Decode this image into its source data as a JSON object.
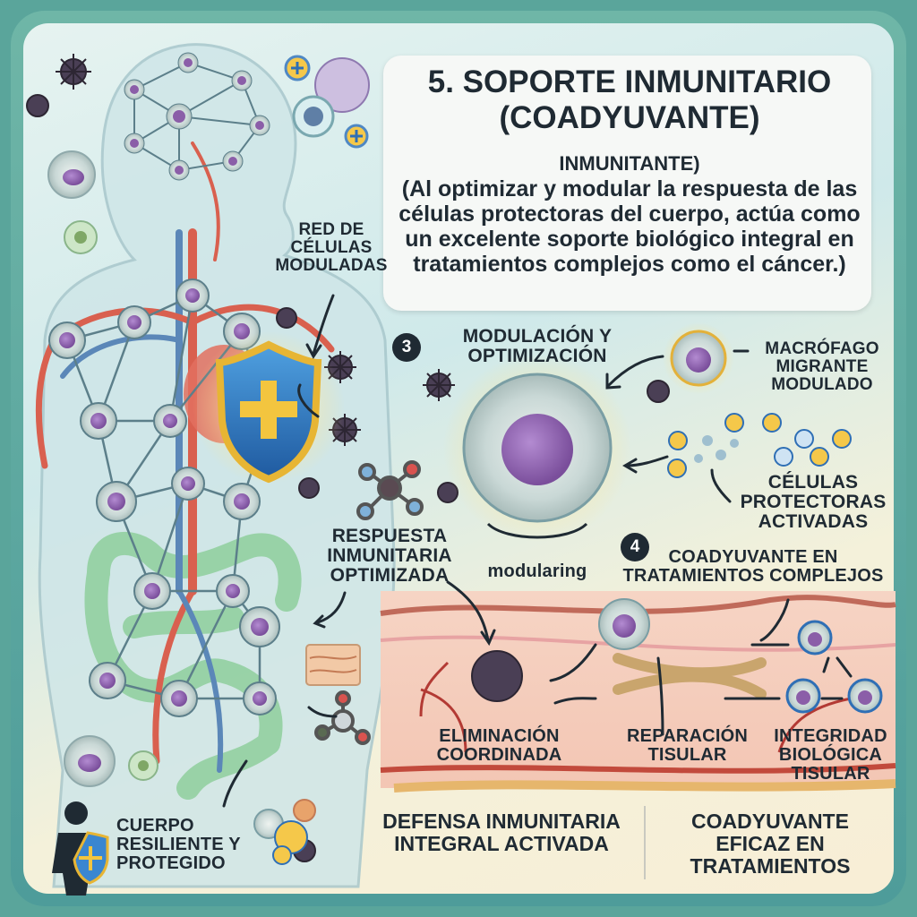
{
  "title": {
    "heading": "5. SOPORTE INMUNITARIO (COADYUVANTE)",
    "sub": "INMUNITANTE)",
    "body": "(Al optimizar y modular la respuesta de las células protectoras del cuerpo, actúa como un excelente soporte biológico integral en tratamientos complejos como el cáncer.)"
  },
  "labels": {
    "red_celulas": "RED DE CÉLULAS MODULADAS",
    "modulacion": "MODULACIÓN Y OPTIMIZACIÓN",
    "macrofago": "MACRÓFAGO MIGRANTE MODULADO",
    "celulas_protectoras": "CÉLULAS PROTECTORAS ACTIVADAS",
    "respuesta": "RESPUESTA INMUNITARIA OPTIMIZADA",
    "modularing": "modularing",
    "coadyuvante_complejos": "COADYUVANTE EN TRATAMIENTOS COMPLEJOS",
    "eliminacion": "ELIMINACIÓN COORDINADA",
    "reparacion": "REPARACIÓN TISULAR",
    "integridad": "INTEGRIDAD BIOLÓGICA TISULAR",
    "cuerpo": "CUERPO RESILIENTE Y PROTEGIDO"
  },
  "steps": {
    "three": "3",
    "four": "4"
  },
  "footer": {
    "defensa": "DEFENSA INMUNITARIA INTEGRAL ACTIVADA",
    "eficaz": "COADYUVANTE EFICAZ EN TRATAMIENTOS"
  },
  "colors": {
    "frame": "#5aa59b",
    "text": "#1f2a33",
    "cell_purple": "#8b5ea8",
    "vessel_red": "#d9604f",
    "vessel_blue": "#5b87b8",
    "shield_blue": "#2f6fb5",
    "shield_gold": "#e7b534"
  },
  "icons": [
    "shield-plus-icon",
    "virus-icon",
    "macrophage-icon",
    "molecule-icon",
    "human-silhouette-icon",
    "plus-particle-icon"
  ]
}
